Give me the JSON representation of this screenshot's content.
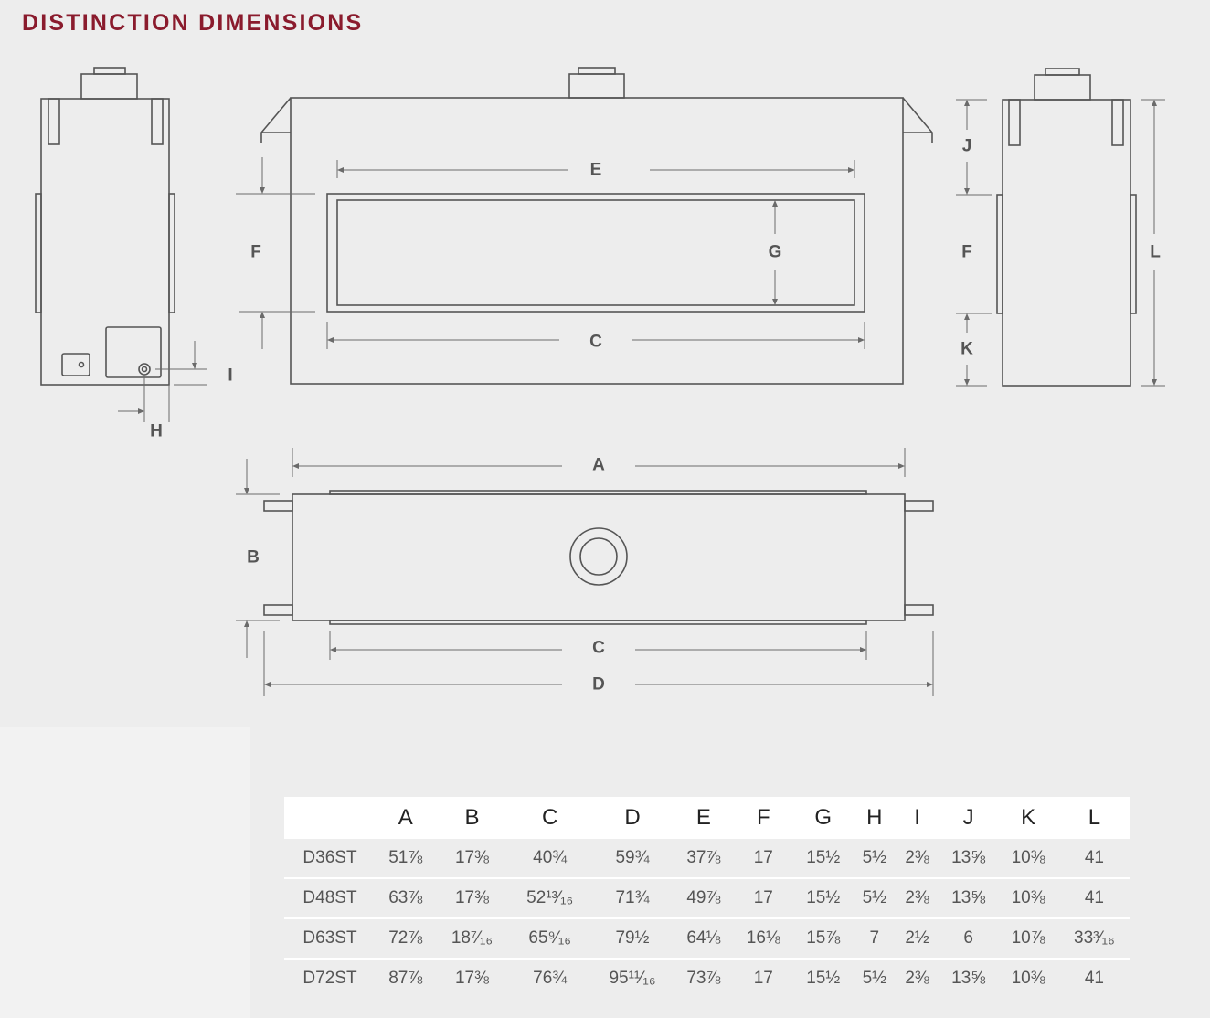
{
  "title": "DISTINCTION DIMENSIONS",
  "diagram": {
    "labels": {
      "A": "A",
      "B": "B",
      "C": "C",
      "D": "D",
      "E": "E",
      "F": "F",
      "G": "G",
      "H": "H",
      "I": "I",
      "J": "J",
      "K": "K",
      "L": "L"
    }
  },
  "table": {
    "columns": [
      "",
      "A",
      "B",
      "C",
      "D",
      "E",
      "F",
      "G",
      "H",
      "I",
      "J",
      "K",
      "L"
    ],
    "rows": [
      [
        "D36ST",
        "51⅞",
        "17⅜",
        "40¾",
        "59¾",
        "37⅞",
        "17",
        "15½",
        "5½",
        "2⅜",
        "13⅝",
        "10⅜",
        "41"
      ],
      [
        "D48ST",
        "63⅞",
        "17⅜",
        "52¹³⁄₁₆",
        "71¾",
        "49⅞",
        "17",
        "15½",
        "5½",
        "2⅜",
        "13⅝",
        "10⅜",
        "41"
      ],
      [
        "D63ST",
        "72⅞",
        "18⁷⁄₁₆",
        "65⁹⁄₁₆",
        "79½",
        "64⅛",
        "16⅛",
        "15⅞",
        "7",
        "2½",
        "6",
        "10⅞",
        "33³⁄₁₆"
      ],
      [
        "D72ST",
        "87⅞",
        "17⅜",
        "76¾",
        "95¹¹⁄₁₆",
        "73⅞",
        "17",
        "15½",
        "5½",
        "2⅜",
        "13⅝",
        "10⅜",
        "41"
      ]
    ]
  }
}
